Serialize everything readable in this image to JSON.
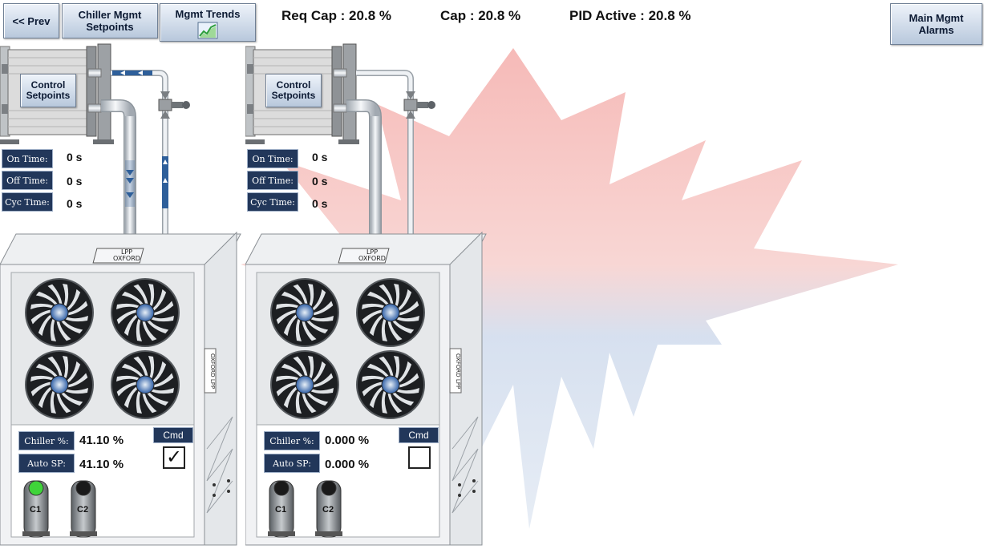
{
  "toolbar": {
    "prev_label": "<< Prev",
    "setpoints_label_1": "Chiller Mgmt",
    "setpoints_label_2": "Setpoints",
    "trends_label": "Mgmt Trends",
    "alarms_label_1": "Main Mgmt",
    "alarms_label_2": "Alarms"
  },
  "status": {
    "req_cap": "Req Cap : 20.8 %",
    "cap": "Cap : 20.8 %",
    "pid_active": "PID Active : 20.8 %"
  },
  "labels": {
    "control_1": "Control",
    "control_2": "Setpoints",
    "on_time": "On Time:",
    "off_time": "Off Time:",
    "cyc_time": "Cyc Time:",
    "chiller_pct": "Chiller %:",
    "auto_sp": "Auto SP:",
    "cmd": "Cmd",
    "c1": "C1",
    "c2": "C2",
    "brand": "OXFORD",
    "brand_sub": "LPP"
  },
  "chillers": [
    {
      "on_time": "0 s",
      "off_time": "0 s",
      "cyc_time": "0 s",
      "chiller_pct": "41.10 %",
      "auto_sp": "41.10 %",
      "cmd_checked": true,
      "cmd_glyph": "✓",
      "c1_running": true
    },
    {
      "on_time": "0 s",
      "off_time": "0 s",
      "cyc_time": "0 s",
      "chiller_pct": "0.000 %",
      "auto_sp": "0.000 %",
      "cmd_checked": false,
      "cmd_glyph": "",
      "c1_running": false
    }
  ],
  "colors": {
    "label_bg": "#22375a",
    "flag_red": "#e8322d",
    "flag_blue": "#2f5fa6",
    "flow_blue": "#2e5f9a",
    "led_on": "#3fd43a",
    "led_off": "#1a1a1a"
  }
}
